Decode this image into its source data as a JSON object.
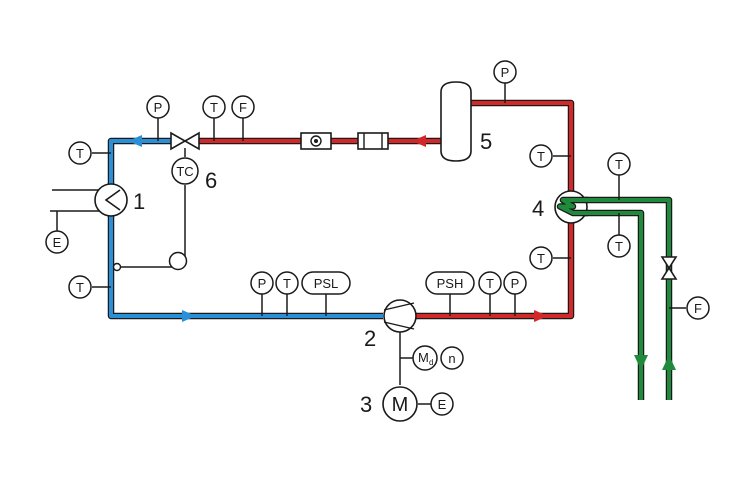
{
  "colors": {
    "cold_line": "#2a8fd6",
    "hot_line": "#d3282a",
    "water_line": "#1f8a3b",
    "instrument": "#1a1a1a"
  },
  "components": {
    "evaporator": "1",
    "compressor": "2",
    "motor": "3",
    "condenser": "4",
    "receiver": "5",
    "expansion_valve": "6",
    "motor_symbol": "M"
  },
  "instruments": {
    "temperature": "T",
    "pressure": "P",
    "flow": "F",
    "energy": "E",
    "speed": "n",
    "torque": "M",
    "torque_subscript": "d",
    "temperature_controller": "TC",
    "pressure_switch_low": "PSL",
    "pressure_switch_high": "PSH"
  }
}
